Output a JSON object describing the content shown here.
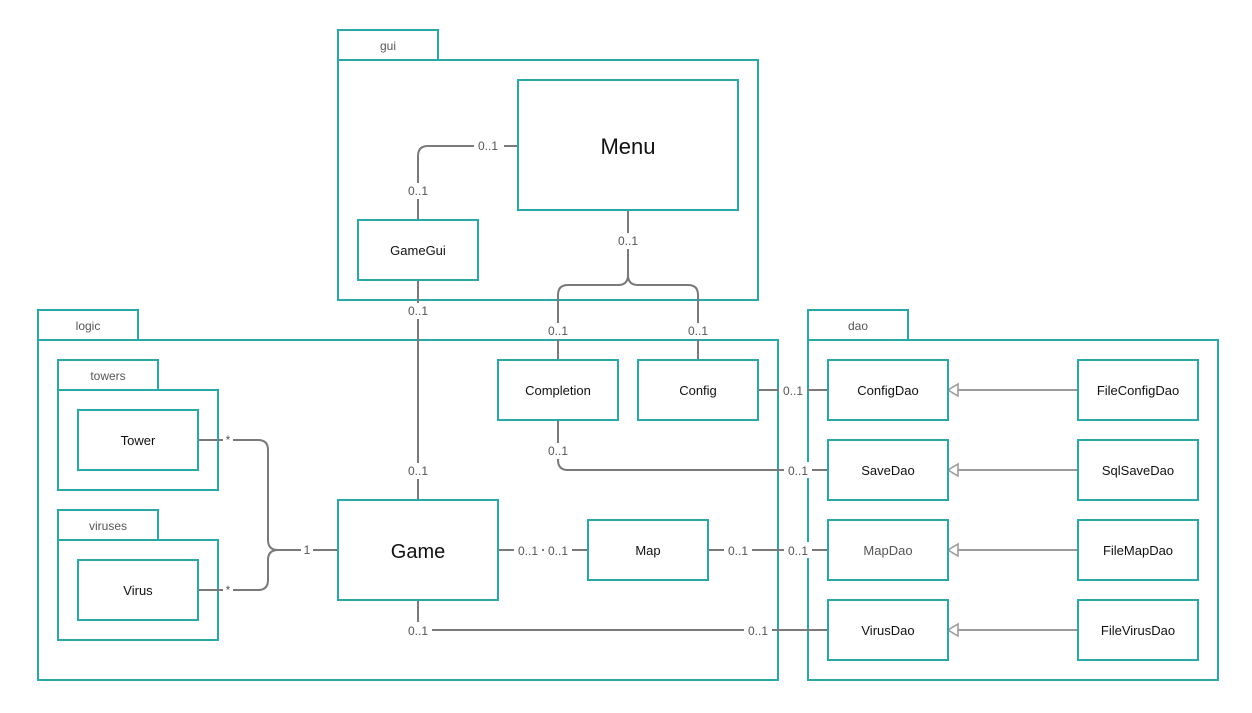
{
  "colors": {
    "frame": "#2aa8a8",
    "connector": "#7a7a7a",
    "text": "#111111"
  },
  "packages": {
    "gui": "gui",
    "logic": "logic",
    "dao": "dao",
    "towers": "towers",
    "viruses": "viruses"
  },
  "classes": {
    "menu": "Menu",
    "gamegui": "GameGui",
    "completion": "Completion",
    "config": "Config",
    "tower": "Tower",
    "virus": "Virus",
    "game": "Game",
    "map": "Map",
    "configdao": "ConfigDao",
    "savedao": "SaveDao",
    "mapdao": "MapDao",
    "virusdao": "VirusDao",
    "fileconfigdao": "FileConfigDao",
    "sqlsavedao": "SqlSaveDao",
    "filemapdao": "FileMapDao",
    "filevirusdao": "FileVirusDao"
  },
  "multiplicities": {
    "menu_gamegui_menu_end": "0..1",
    "menu_gamegui_gamegui_end": "0..1",
    "menu_bottom": "0..1",
    "completion_top": "0..1",
    "config_top": "0..1",
    "gamegui_bottom": "0..1",
    "game_top": "0..1",
    "tower_end": "*",
    "virus_end": "*",
    "game_left": "1",
    "game_map_game_end": "0..1",
    "game_map_map_end": "0..1",
    "config_configdao_end": "0..1",
    "completion_bottom": "0..1",
    "savedao_end": "0..1",
    "map_right": "0..1",
    "mapdao_end": "0..1",
    "game_bottom": "0..1",
    "virusdao_end": "0..1"
  }
}
